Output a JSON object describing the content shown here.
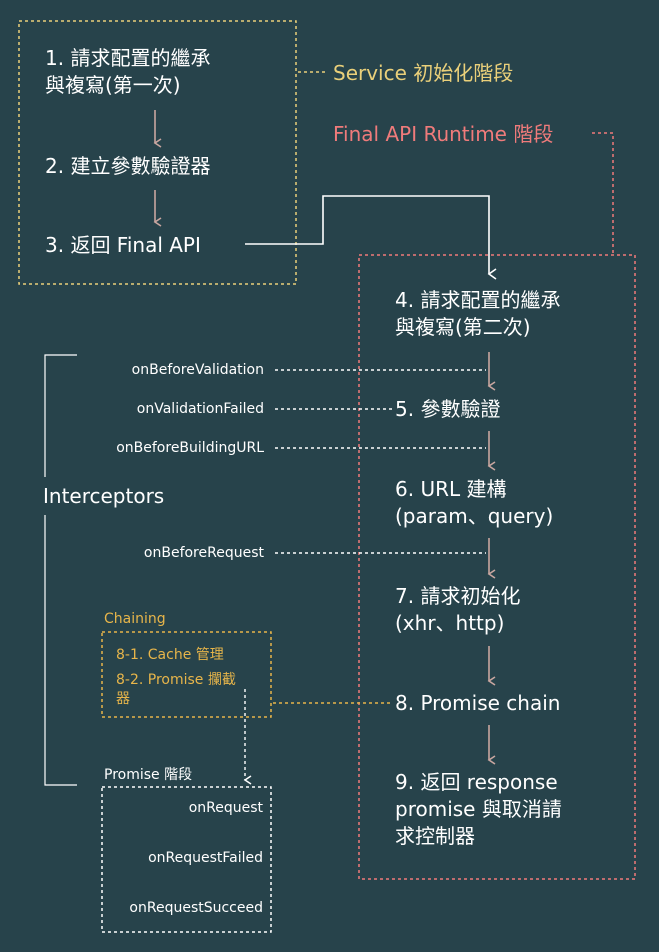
{
  "colors": {
    "background": "#27434b",
    "service_phase": "#ead07a",
    "runtime_phase": "#f07b7b",
    "chaining": "#e7b54a",
    "arrow": "#c9a6a0",
    "text": "#ffffff"
  },
  "service_phase": {
    "label": "Service 初始化階段",
    "steps": [
      {
        "line1": "1. 請求配置的繼承",
        "line2": "與複寫(第一次)"
      },
      {
        "line1": "2. 建立參數驗證器"
      },
      {
        "line1": "3. 返回 Final API"
      }
    ]
  },
  "runtime_phase": {
    "label": "Final API Runtime 階段",
    "steps": [
      {
        "line1": "4. 請求配置的繼承",
        "line2": "與複寫(第二次)"
      },
      {
        "line1": "5. 參數驗證"
      },
      {
        "line1": "6. URL 建構",
        "line2": "(param、query)"
      },
      {
        "line1": "7. 請求初始化",
        "line2": "(xhr、http)"
      },
      {
        "line1": "8. Promise chain"
      },
      {
        "line1": "9. 返回 response",
        "line2": "promise 與取消請",
        "line3": "求控制器"
      }
    ]
  },
  "interceptors": {
    "label": "Interceptors",
    "hooks": [
      "onBeforeValidation",
      "onValidationFailed",
      "onBeforeBuildingURL",
      "onBeforeRequest"
    ]
  },
  "chaining": {
    "label": "Chaining",
    "items": [
      "8-1. Cache 管理",
      "8-2. Promise 攔截",
      "器"
    ]
  },
  "promise_phase": {
    "label": "Promise 階段",
    "hooks": [
      "onRequest",
      "onRequestFailed",
      "onRequestSucceed"
    ]
  }
}
